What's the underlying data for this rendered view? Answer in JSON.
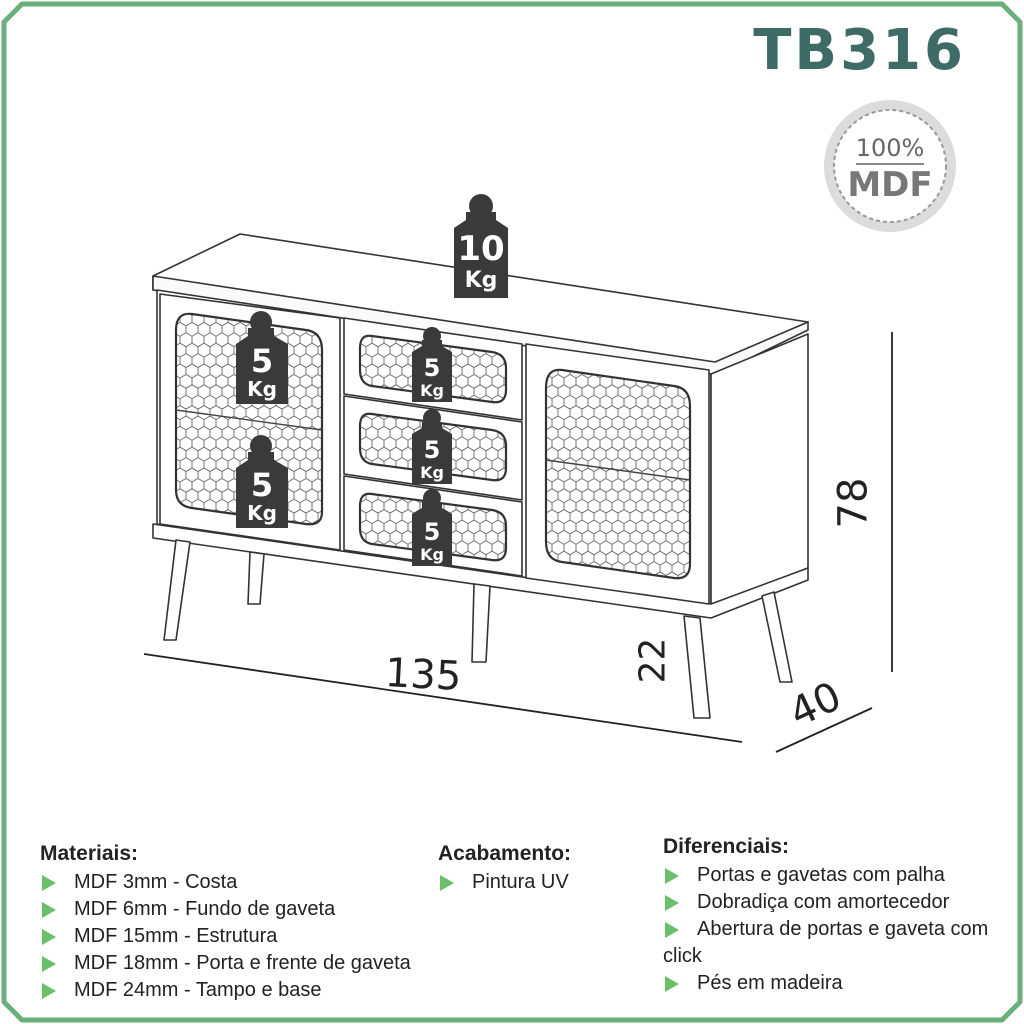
{
  "model_code": "TB316",
  "badge": {
    "top": "100%",
    "bottom": "MDF"
  },
  "weights": {
    "top": {
      "value": "10",
      "unit": "Kg"
    },
    "door_upper": {
      "value": "5",
      "unit": "Kg"
    },
    "door_lower": {
      "value": "5",
      "unit": "Kg"
    },
    "drawer_1": {
      "value": "5",
      "unit": "Kg"
    },
    "drawer_2": {
      "value": "5",
      "unit": "Kg"
    },
    "drawer_3": {
      "value": "5",
      "unit": "Kg"
    }
  },
  "dimensions": {
    "width": "135",
    "height": "78",
    "depth": "40",
    "legs": "22"
  },
  "materiais": {
    "title": "Materiais:",
    "items": [
      "MDF 3mm - Costa",
      "MDF 6mm - Fundo de gaveta",
      "MDF 15mm - Estrutura",
      "MDF 18mm - Porta e frente de gaveta",
      "MDF 24mm - Tampo e base"
    ]
  },
  "acabamento": {
    "title": "Acabamento:",
    "items": [
      "Pintura UV"
    ]
  },
  "diferenciais": {
    "title": "Diferenciais:",
    "items": [
      "Portas e gavetas com palha",
      "Dobradiça com amortecedor",
      "Abertura de portas e gaveta com click",
      "Pés em madeira"
    ]
  },
  "colors": {
    "frame": "#6bb07a",
    "accent": "#6bbf6a",
    "title": "#3f6b66",
    "weight_tag": "#3a3a3a"
  }
}
